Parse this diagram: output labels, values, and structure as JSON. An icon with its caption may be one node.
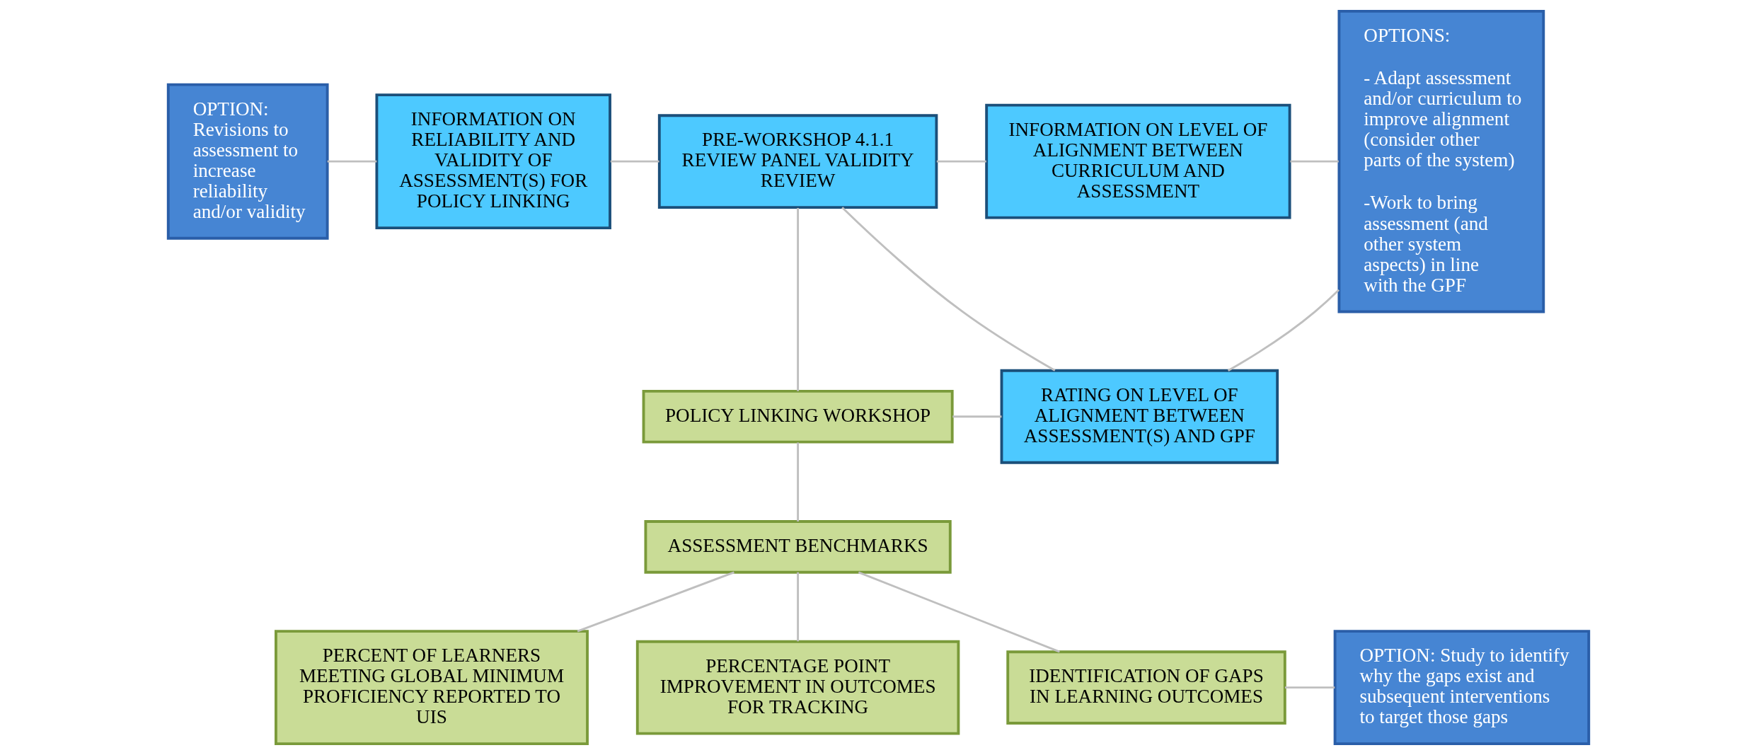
{
  "diagram": {
    "nodes": [
      {
        "text": [
          "OPTION: Revisions to assessment to increase reliability and/or validity"
        ]
      },
      {
        "text": [
          "INFORMATION ON RELIABILITY AND VALIDITY OF ASSESSMENT(S) FOR POLICY LINKING"
        ]
      },
      {
        "text": [
          "PRE-WORKSHOP 4.1.1 REVIEW PANEL VALIDITY REVIEW"
        ]
      },
      {
        "text": [
          "INFORMATION ON LEVEL OF ALIGNMENT BETWEEN CURRICULUM AND ASSESSMENT"
        ]
      },
      {
        "text": [
          "OPTIONS:",
          "- Adapt assessment and/or curriculum to improve alignment (consider other parts of the system)",
          "-Work to bring assessment (and other system aspects) in line with the GPF"
        ]
      },
      {
        "text": [
          "POLICY LINKING WORKSHOP"
        ]
      },
      {
        "text": [
          "RATING ON LEVEL OF ALIGNMENT BETWEEN ASSESSMENT(S) AND GPF"
        ]
      },
      {
        "text": [
          "ASSESSMENT BENCHMARKS"
        ]
      },
      {
        "text": [
          "PERCENT OF LEARNERS MEETING GLOBAL MINIMUM PROFICIENCY REPORTED TO UIS"
        ]
      },
      {
        "text": [
          "PERCENTAGE POINT IMPROVEMENT IN OUTCOMES FOR TRACKING"
        ]
      },
      {
        "text": [
          "IDENTIFICATION OF GAPS IN LEARNING OUTCOMES"
        ]
      },
      {
        "text": [
          "OPTION: Study to identify why the gaps exist and subsequent interventions to target those gaps"
        ]
      }
    ],
    "edges": [
      {
        "from": 0,
        "to": 1,
        "arrow": "none"
      },
      {
        "from": 1,
        "to": 2,
        "arrow": "none"
      },
      {
        "from": 2,
        "to": 3,
        "arrow": "none"
      },
      {
        "from": 2,
        "to": 6,
        "arrow": "none"
      },
      {
        "from": 2,
        "to": 5,
        "arrow": "none"
      },
      {
        "from": 5,
        "to": 6,
        "arrow": "none"
      },
      {
        "from": 3,
        "to": 4,
        "arrow": "none"
      },
      {
        "from": 6,
        "to": 4,
        "arrow": "none"
      },
      {
        "from": 5,
        "to": 7,
        "arrow": "none"
      },
      {
        "from": 7,
        "to": 8,
        "arrow": "none"
      },
      {
        "from": 7,
        "to": 9,
        "arrow": "none"
      },
      {
        "from": 7,
        "to": 10,
        "arrow": "none"
      },
      {
        "from": 10,
        "to": 11,
        "arrow": "none"
      }
    ]
  }
}
